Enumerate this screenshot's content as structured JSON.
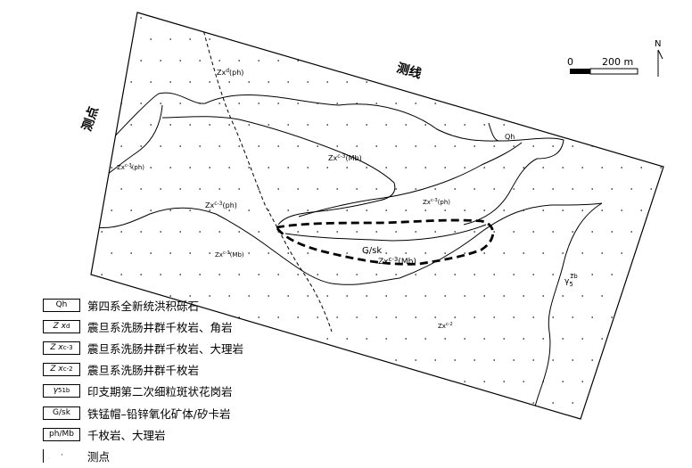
{
  "labels": {
    "survey_line": "测线",
    "survey_point": "测点"
  },
  "north": {
    "label": "N"
  },
  "scale": {
    "start": "0",
    "end": "200 m"
  },
  "map_units": [
    {
      "code": "Zx",
      "sup": "d",
      "tail": "(ph)"
    },
    {
      "code": "Zx",
      "sup": "c-3",
      "tail": "(ph)"
    },
    {
      "code": "Zx",
      "sup": "c-3",
      "tail": "(Mb)"
    },
    {
      "code": "Zx",
      "sup": "c-3",
      "tail": "(ph)"
    },
    {
      "code": "Zx",
      "sup": "c-3",
      "tail": "(ph)"
    },
    {
      "code": "Zx",
      "sup": "c-3",
      "tail": "(Mb)"
    },
    {
      "code": "G/sk",
      "sup": "",
      "tail": ""
    },
    {
      "code": "Zx",
      "sup": "c-3",
      "tail": "(Mb)"
    },
    {
      "code": "Zx",
      "sup": "c-2",
      "tail": ""
    },
    {
      "code": "Qh",
      "sup": "",
      "tail": ""
    },
    {
      "code": "γ",
      "sub": "5",
      "sup": "1b",
      "tail": ""
    }
  ],
  "legend": [
    {
      "symbol": "Qh",
      "text": "第四系全新统洪积砾石"
    },
    {
      "symbol": "Z x",
      "sup": "d",
      "text": "震旦系洗肠井群千枚岩、角岩"
    },
    {
      "symbol": "Z x",
      "sup": "c-3",
      "text": "震旦系洗肠井群千枚岩、大理岩"
    },
    {
      "symbol": "Z x",
      "sup": "c-2",
      "text": "震旦系洗肠井群千枚岩"
    },
    {
      "symbol": "γ",
      "sub": "5",
      "sup": "1b",
      "text": "印支期第二次细粒斑状花岗岩"
    },
    {
      "symbol": "G/sk",
      "text": "铁锰帽–铅锌氧化矿体/矽卡岩"
    },
    {
      "symbol": "ph/Mb",
      "text": "千枚岩、大理岩"
    },
    {
      "symbol": "·",
      "text": "测点"
    }
  ]
}
